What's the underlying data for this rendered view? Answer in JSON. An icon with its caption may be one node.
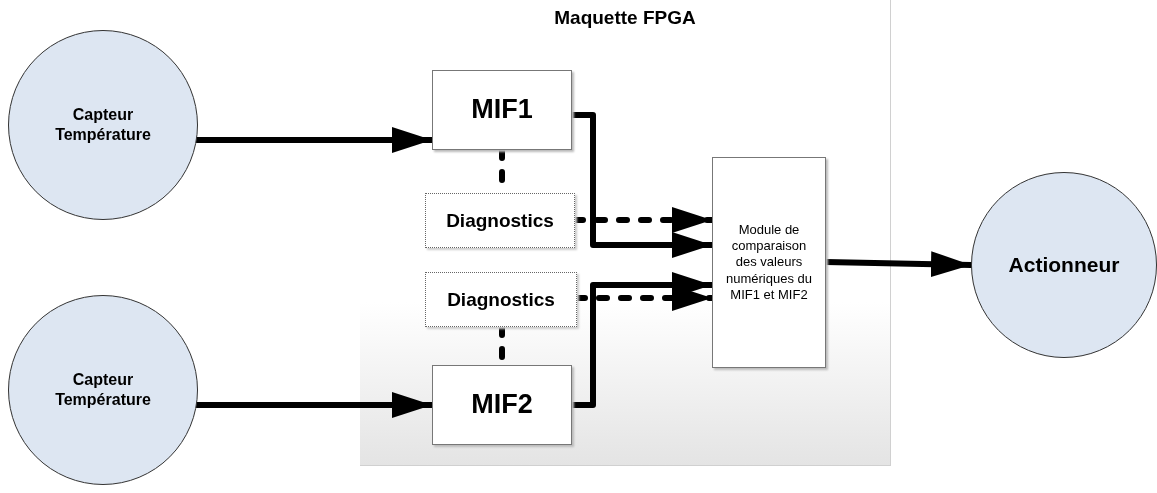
{
  "diagram": {
    "nodes": [
      {
        "text": [
          "Maquette FPGA"
        ]
      },
      {
        "text": [
          "Capteur Température"
        ]
      },
      {
        "text": [
          "MIF1"
        ],
        "in": 0
      },
      {
        "text": [
          "Diagnostics"
        ],
        "in": 0
      },
      {
        "text": [
          "Diagnostics"
        ],
        "in": 0
      },
      {
        "text": [
          "MIF2"
        ],
        "in": 0
      },
      {
        "text": [
          "Module de comparaison des valeurs numériques du MIF1 et MIF2"
        ],
        "in": 0
      },
      {
        "text": [
          "Capteur Température"
        ]
      },
      {
        "text": [
          "Actionneur"
        ]
      }
    ],
    "edges": [
      {
        "from": 1,
        "to": 2,
        "arrow": "to"
      },
      {
        "from": 7,
        "to": 5,
        "arrow": "to"
      },
      {
        "from": 2,
        "to": 6,
        "arrow": "to"
      },
      {
        "from": 5,
        "to": 6,
        "arrow": "to"
      },
      {
        "from": 3,
        "to": 6,
        "arrow": "to",
        "style": "dashed"
      },
      {
        "from": 4,
        "to": 6,
        "arrow": "to",
        "style": "dashed"
      },
      {
        "from": 2,
        "to": 3,
        "arrow": "none",
        "style": "dashed"
      },
      {
        "from": 4,
        "to": 5,
        "arrow": "none",
        "style": "dashed"
      },
      {
        "from": 6,
        "to": 8,
        "arrow": "to"
      }
    ]
  }
}
